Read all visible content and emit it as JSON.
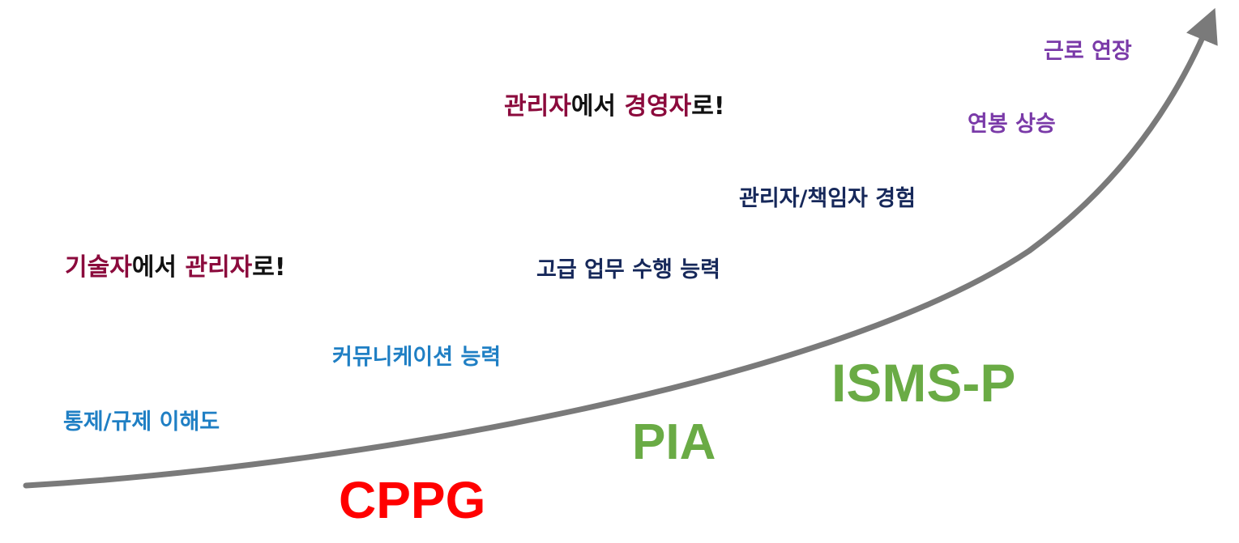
{
  "colors": {
    "curve": "#7a7a7a",
    "skill_blue": "#1f7fc4",
    "skill_navy": "#16285a",
    "skill_purple": "#7a3aa8",
    "career_accent": "#8b0a3c",
    "career_text": "#111111",
    "cert_red": "#ff0000",
    "cert_green": "#6aab45"
  },
  "skills": {
    "control": "통제/규제 이해도",
    "communication": "커뮤니케이션 능력",
    "advanced": "고급 업무 수행 능력",
    "manager_exp": "관리자/책임자 경험",
    "salary": "연봉 상승",
    "tenure": "근로 연장"
  },
  "career": {
    "step1": {
      "from": "기술자",
      "mid": "에서 ",
      "to": "관리자",
      "end": "로!"
    },
    "step2": {
      "from": "관리자",
      "mid": "에서 ",
      "to": "경영자",
      "end": "로!"
    }
  },
  "certs": {
    "cppg": "CPPG",
    "pia": "PIA",
    "isms": "ISMS-P"
  }
}
